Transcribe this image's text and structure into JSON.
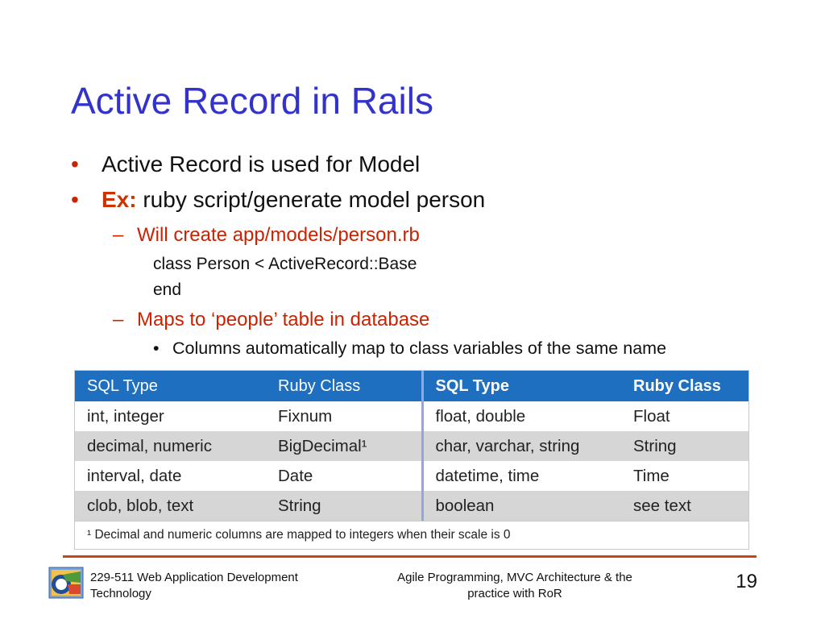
{
  "slide": {
    "title": "Active Record in Rails",
    "bullet_glyph": "•",
    "dash_glyph": "–",
    "bullets": [
      {
        "text": "Active Record is used for Model"
      },
      {
        "label": "Ex:",
        "text": " ruby script/generate model person"
      }
    ],
    "sub1": "Will create app/models/person.rb",
    "code": [
      "class Person < ActiveRecord::Base",
      "end"
    ],
    "sub2": {
      "before": "Maps to ",
      "open_quote": "‘",
      "word": "people",
      "close_quote": "’",
      "after": " table in database"
    },
    "sub3": "Columns automatically map to class variables of the same name"
  },
  "table": {
    "headers": [
      "SQL Type",
      "Ruby Class",
      "SQL Type",
      "Ruby Class"
    ],
    "rows": [
      [
        "int, integer",
        "Fixnum",
        "float, double",
        "Float"
      ],
      [
        "decimal, numeric",
        "BigDecimal¹",
        "char, varchar, string",
        "String"
      ],
      [
        "interval, date",
        "Date",
        "datetime, time",
        "Time"
      ],
      [
        "clob, blob, text",
        "String",
        "boolean",
        "see text"
      ]
    ],
    "footnote_mark": "¹",
    "footnote": " Decimal and numeric columns are mapped to integers when their scale is 0"
  },
  "footer": {
    "left_line1": "229-511 Web Application Development",
    "left_line2": "Technology",
    "mid_line1": "Agile Programming, MVC Architecture & the",
    "mid_line2": "practice with RoR",
    "page": "19"
  },
  "colors": {
    "title": "#3333cc",
    "accent_red": "#cc2200",
    "table_header": "#1f6fc0",
    "row_alt": "#d6d6d6",
    "footer_rule": "#cc4411"
  }
}
